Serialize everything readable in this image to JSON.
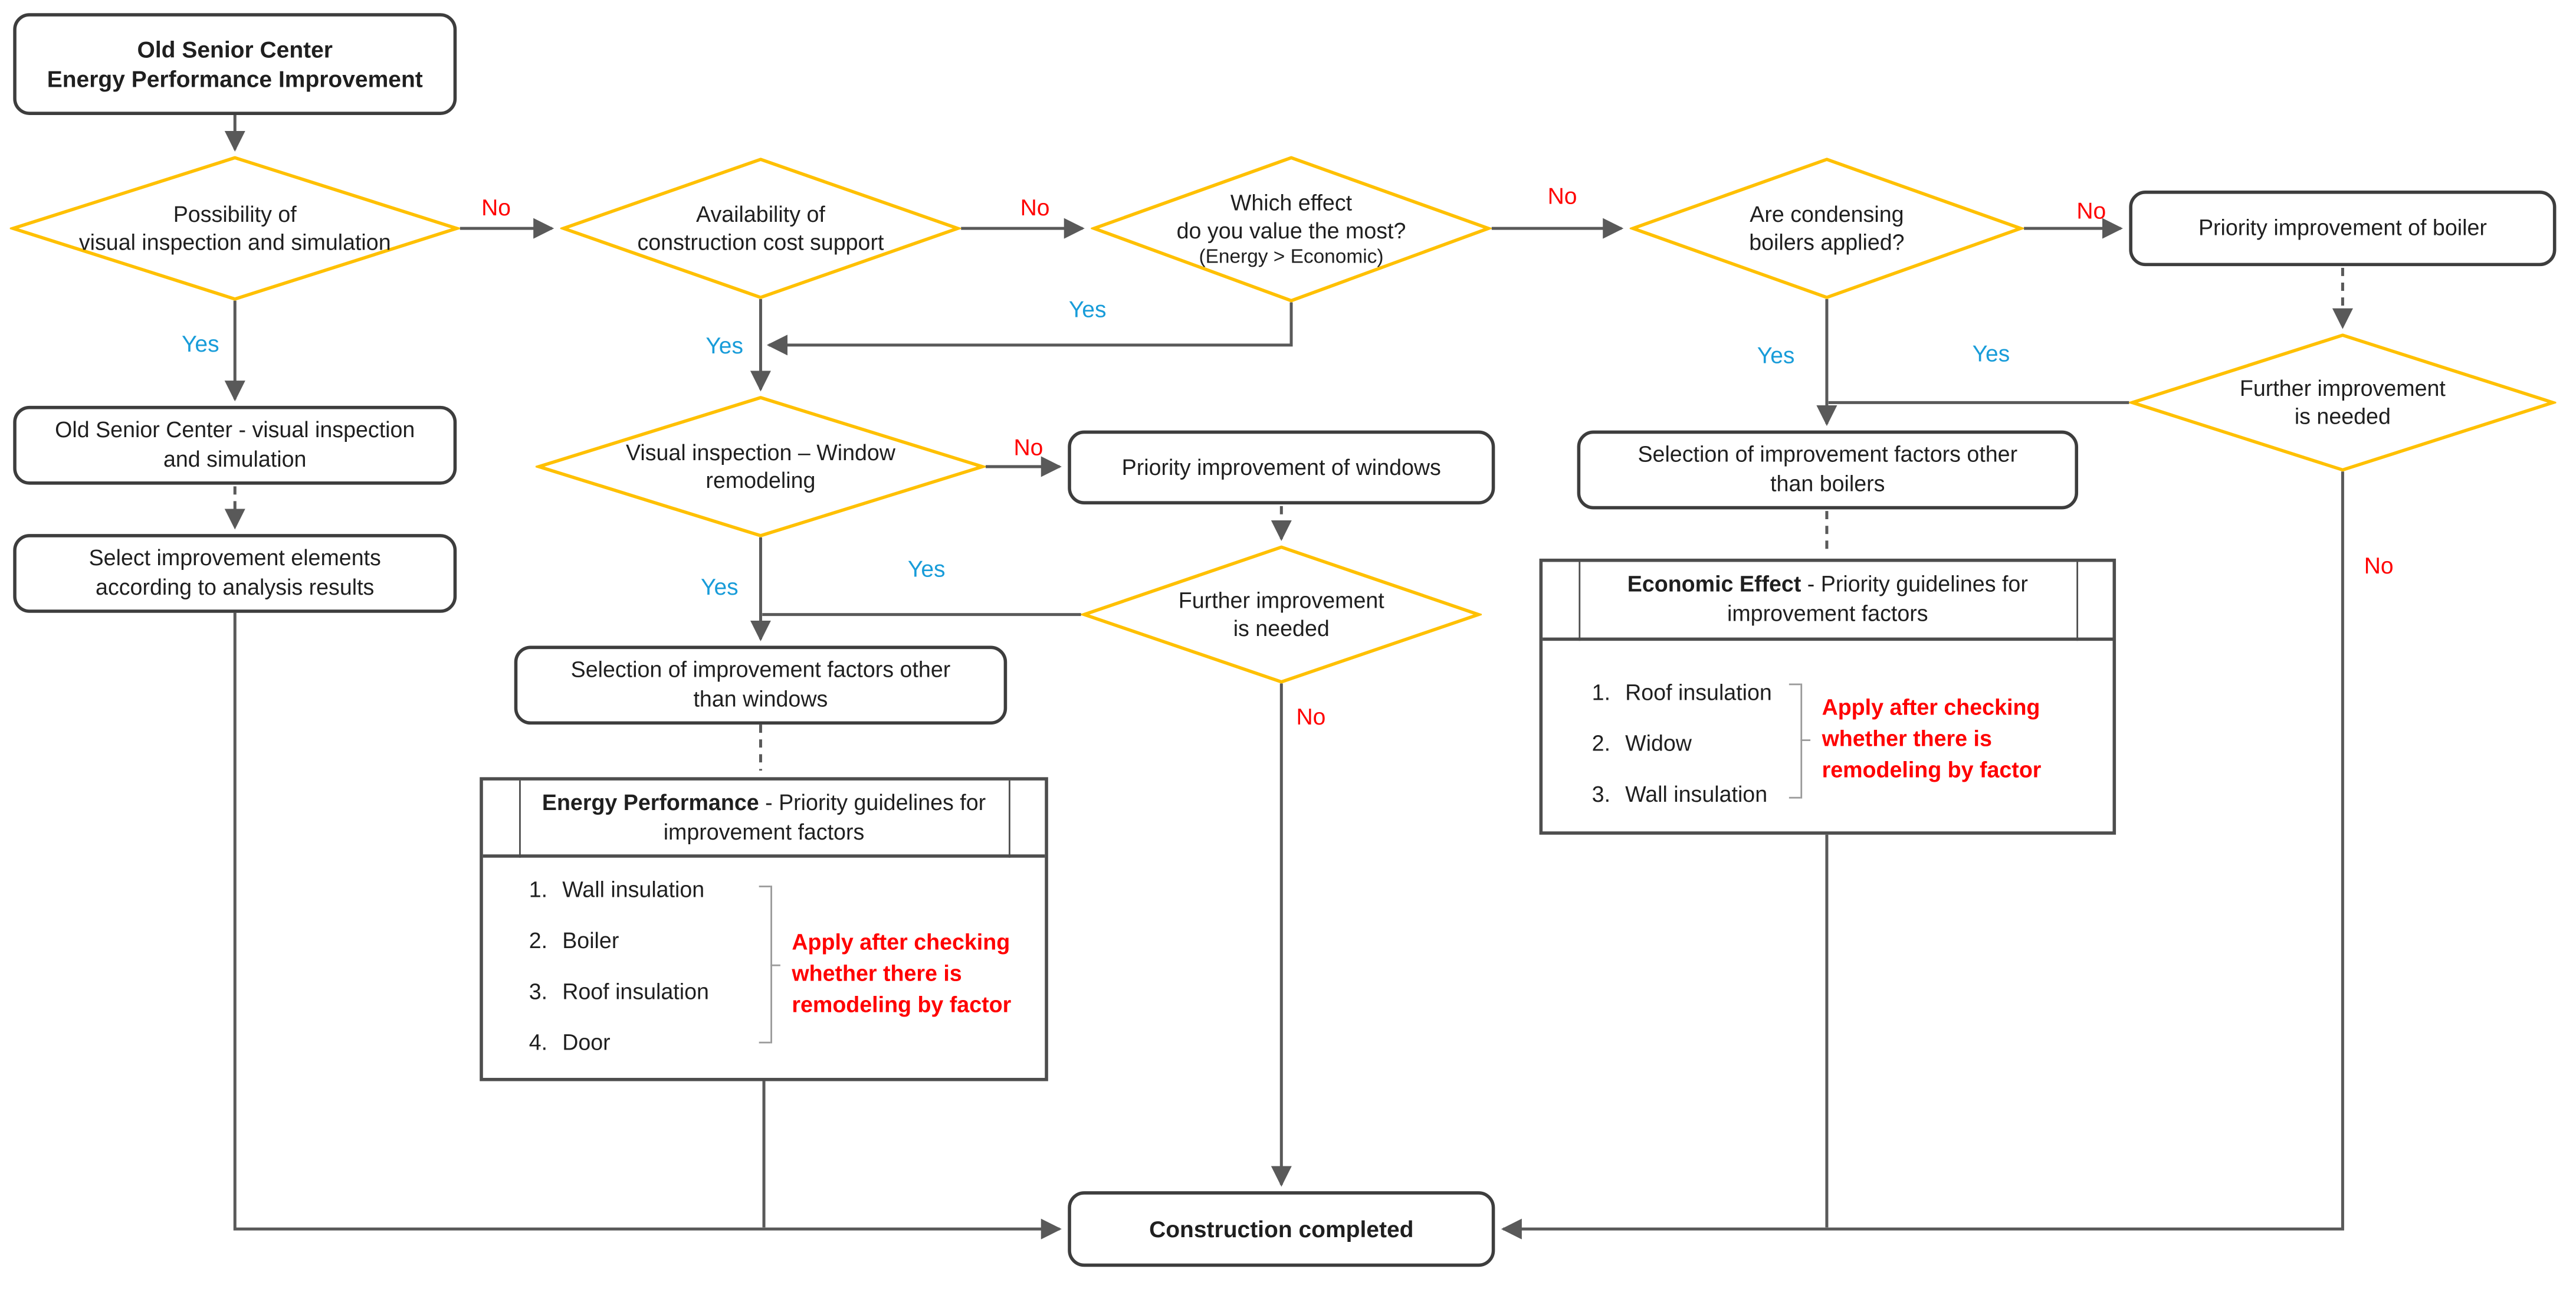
{
  "flowchart": {
    "start": "Old Senior Center\nEnergy Performance Improvement",
    "decisions": {
      "possibility": "Possibility of\nvisual inspection and simulation",
      "cost_support": "Availability of\nconstruction cost support",
      "effect_main": "Which effect\ndo you value the most?",
      "effect_sub": "(Energy > Economic)",
      "condensing": "Are condensing\nboilers applied?",
      "further_right": "Further improvement\nis needed",
      "window_remodel": "Visual inspection – Window\nremodeling",
      "further_mid": "Further improvement\nis needed"
    },
    "processes": {
      "boiler": "Priority improvement of boiler",
      "inspection": "Old Senior Center - visual inspection\nand simulation",
      "select_elements": "Select improvement elements\naccording to analysis results",
      "windows": "Priority improvement of windows",
      "sel_windows": "Selection of improvement factors other\nthan windows",
      "sel_boilers": "Selection of improvement factors other\nthan boilers",
      "done": "Construction completed"
    },
    "tables": {
      "energy": {
        "title_bold": "Energy Performance",
        "title_rest": " - Priority guidelines for improvement factors",
        "items": [
          {
            "num": "1.",
            "text": "Wall insulation"
          },
          {
            "num": "2.",
            "text": "Boiler"
          },
          {
            "num": "3.",
            "text": "Roof insulation"
          },
          {
            "num": "4.",
            "text": "Door"
          }
        ],
        "note": "Apply after checking\nwhether there is\nremodeling by factor"
      },
      "economic": {
        "title_bold": "Economic Effect",
        "title_rest": " - Priority guidelines for improvement factors",
        "items": [
          {
            "num": "1.",
            "text": "Roof insulation"
          },
          {
            "num": "2.",
            "text": "Widow"
          },
          {
            "num": "3.",
            "text": "Wall insulation"
          }
        ],
        "note": "Apply after checking\nwhether there is\nremodeling by factor"
      }
    },
    "labels": {
      "yes": "Yes",
      "no": "No"
    },
    "colors": {
      "diamond_border": "#FFC000",
      "yes": "#189CD9",
      "no": "#FF0000",
      "note_red": "#FF0000",
      "line": "#595959",
      "box_border": "#3d3d3d"
    }
  }
}
